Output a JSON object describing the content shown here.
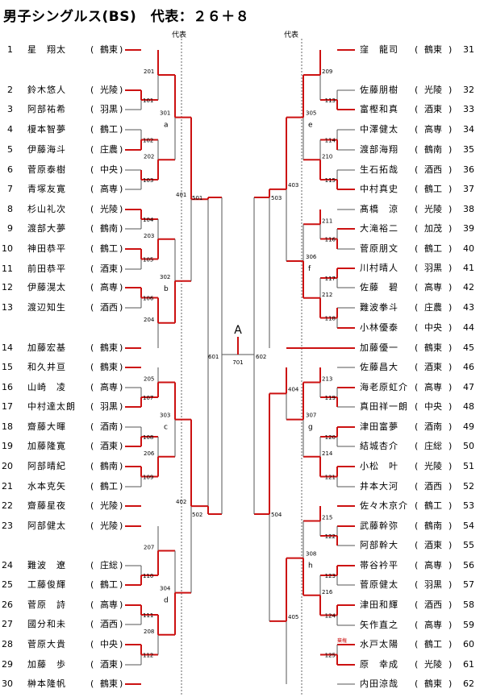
{
  "title": "男子シングルス(BS)　代表：２６＋８",
  "representative_label": "代表",
  "final_label": "A",
  "left_players": [
    {
      "no": "1",
      "name": "星　翔太",
      "school": "鶴東"
    },
    {
      "no": "2",
      "name": "鈴木悠人",
      "school": "光陵"
    },
    {
      "no": "3",
      "name": "阿部祐希",
      "school": "羽黒"
    },
    {
      "no": "4",
      "name": "榎本智夢",
      "school": "鶴工"
    },
    {
      "no": "5",
      "name": "伊藤海斗",
      "school": "庄農"
    },
    {
      "no": "6",
      "name": "菅原泰樹",
      "school": "中央"
    },
    {
      "no": "7",
      "name": "青塚友寛",
      "school": "高専"
    },
    {
      "no": "8",
      "name": "杉山礼次",
      "school": "光陵"
    },
    {
      "no": "9",
      "name": "渡部大夢",
      "school": "鶴南"
    },
    {
      "no": "10",
      "name": "神田恭平",
      "school": "鶴工"
    },
    {
      "no": "11",
      "name": "前田恭平",
      "school": "酒東"
    },
    {
      "no": "12",
      "name": "伊藤滉太",
      "school": "高専"
    },
    {
      "no": "13",
      "name": "渡辺知生",
      "school": "酒西"
    },
    {
      "no": "14",
      "name": "加藤宏基",
      "school": "鶴東"
    },
    {
      "no": "15",
      "name": "和久井亘",
      "school": "鶴東"
    },
    {
      "no": "16",
      "name": "山崎　凌",
      "school": "高専"
    },
    {
      "no": "17",
      "name": "中村達太朗",
      "school": "羽黒"
    },
    {
      "no": "18",
      "name": "齋藤大暉",
      "school": "酒南"
    },
    {
      "no": "19",
      "name": "加藤隆寛",
      "school": "酒東"
    },
    {
      "no": "20",
      "name": "阿部晴紀",
      "school": "鶴南"
    },
    {
      "no": "21",
      "name": "水本克矢",
      "school": "鶴工"
    },
    {
      "no": "22",
      "name": "齋藤星夜",
      "school": "光陵"
    },
    {
      "no": "23",
      "name": "阿部健太",
      "school": "光陵"
    },
    {
      "no": "24",
      "name": "難波　遼",
      "school": "庄総"
    },
    {
      "no": "25",
      "name": "工藤俊輝",
      "school": "鶴工"
    },
    {
      "no": "26",
      "name": "菅原　詩",
      "school": "高専"
    },
    {
      "no": "27",
      "name": "國分和未",
      "school": "酒西"
    },
    {
      "no": "28",
      "name": "菅原大貴",
      "school": "中央"
    },
    {
      "no": "29",
      "name": "加藤　歩",
      "school": "酒東"
    },
    {
      "no": "30",
      "name": "榊本隆帆",
      "school": "鶴東"
    }
  ],
  "right_players": [
    {
      "no": "31",
      "name": "窪　龍司",
      "school": "鶴東"
    },
    {
      "no": "32",
      "name": "佐藤朋樹",
      "school": "光陵"
    },
    {
      "no": "33",
      "name": "富樫和真",
      "school": "酒東"
    },
    {
      "no": "34",
      "name": "中澤健太",
      "school": "高専"
    },
    {
      "no": "35",
      "name": "渡部海翔",
      "school": "鶴南"
    },
    {
      "no": "36",
      "name": "生石拓哉",
      "school": "酒西"
    },
    {
      "no": "37",
      "name": "中村真史",
      "school": "鶴工"
    },
    {
      "no": "38",
      "name": "髙橋　涼",
      "school": "光陵"
    },
    {
      "no": "39",
      "name": "大滝裕二",
      "school": "加茂"
    },
    {
      "no": "40",
      "name": "菅原朋文",
      "school": "鶴工"
    },
    {
      "no": "41",
      "name": "川村晴人",
      "school": "羽黒"
    },
    {
      "no": "42",
      "name": "佐藤　碧",
      "school": "高専"
    },
    {
      "no": "43",
      "name": "難波拳斗",
      "school": "庄農"
    },
    {
      "no": "44",
      "name": "小林優泰",
      "school": "中央"
    },
    {
      "no": "45",
      "name": "加藤優一",
      "school": "鶴東"
    },
    {
      "no": "46",
      "name": "佐藤昌大",
      "school": "酒東"
    },
    {
      "no": "47",
      "name": "海老原虹介",
      "school": "高専"
    },
    {
      "no": "48",
      "name": "真田祥一朗",
      "school": "中央"
    },
    {
      "no": "49",
      "name": "津田富夢",
      "school": "酒南"
    },
    {
      "no": "50",
      "name": "結城杏介",
      "school": "庄総"
    },
    {
      "no": "51",
      "name": "小松　叶",
      "school": "光陵"
    },
    {
      "no": "52",
      "name": "井本大河",
      "school": "酒西"
    },
    {
      "no": "53",
      "name": "佐々木京介",
      "school": "鶴工"
    },
    {
      "no": "54",
      "name": "武藤幹弥",
      "school": "鶴南"
    },
    {
      "no": "55",
      "name": "阿部幹大",
      "school": "酒東"
    },
    {
      "no": "56",
      "name": "帯谷衿平",
      "school": "高専"
    },
    {
      "no": "57",
      "name": "菅原健太",
      "school": "羽黒"
    },
    {
      "no": "58",
      "name": "津田和輝",
      "school": "酒西"
    },
    {
      "no": "59",
      "name": "矢作直之",
      "school": "高専"
    },
    {
      "no": "60",
      "name": "水戸太陽",
      "school": "鶴工"
    },
    {
      "no": "61",
      "name": "原　幸成",
      "school": "光陵"
    },
    {
      "no": "62",
      "name": "内田涼哉",
      "school": "鶴東"
    }
  ],
  "note_60": "棄権",
  "match_labels": {
    "left_r1": [
      "101",
      "102",
      "103",
      "104",
      "105",
      "106",
      "107",
      "108",
      "109",
      "110",
      "111",
      "112"
    ],
    "left_r2": [
      "201",
      "202",
      "203",
      "204",
      "205",
      "206",
      "207",
      "208"
    ],
    "left_r3": [
      "301",
      "302",
      "303",
      "304"
    ],
    "left_r4": [
      "401",
      "402"
    ],
    "left_r5": [
      "501",
      "502"
    ],
    "left_r6": "601",
    "final": "701",
    "right_r1": [
      "113",
      "114",
      "115",
      "116",
      "117",
      "118",
      "119",
      "120",
      "121",
      "122",
      "123",
      "124",
      "125"
    ],
    "right_r2": [
      "209",
      "210",
      "211",
      "212",
      "213",
      "214",
      "215",
      "216"
    ],
    "right_r3": [
      "305",
      "306",
      "307",
      "308"
    ],
    "right_r4": [
      "403",
      "404",
      "405"
    ],
    "right_r5": [
      "503",
      "504"
    ],
    "right_r6": "602",
    "block_letters": [
      "a",
      "b",
      "c",
      "d",
      "e",
      "f",
      "g",
      "h"
    ]
  },
  "colors": {
    "line": "#555555",
    "winner": "#cc1111",
    "dashed": "#666666"
  }
}
